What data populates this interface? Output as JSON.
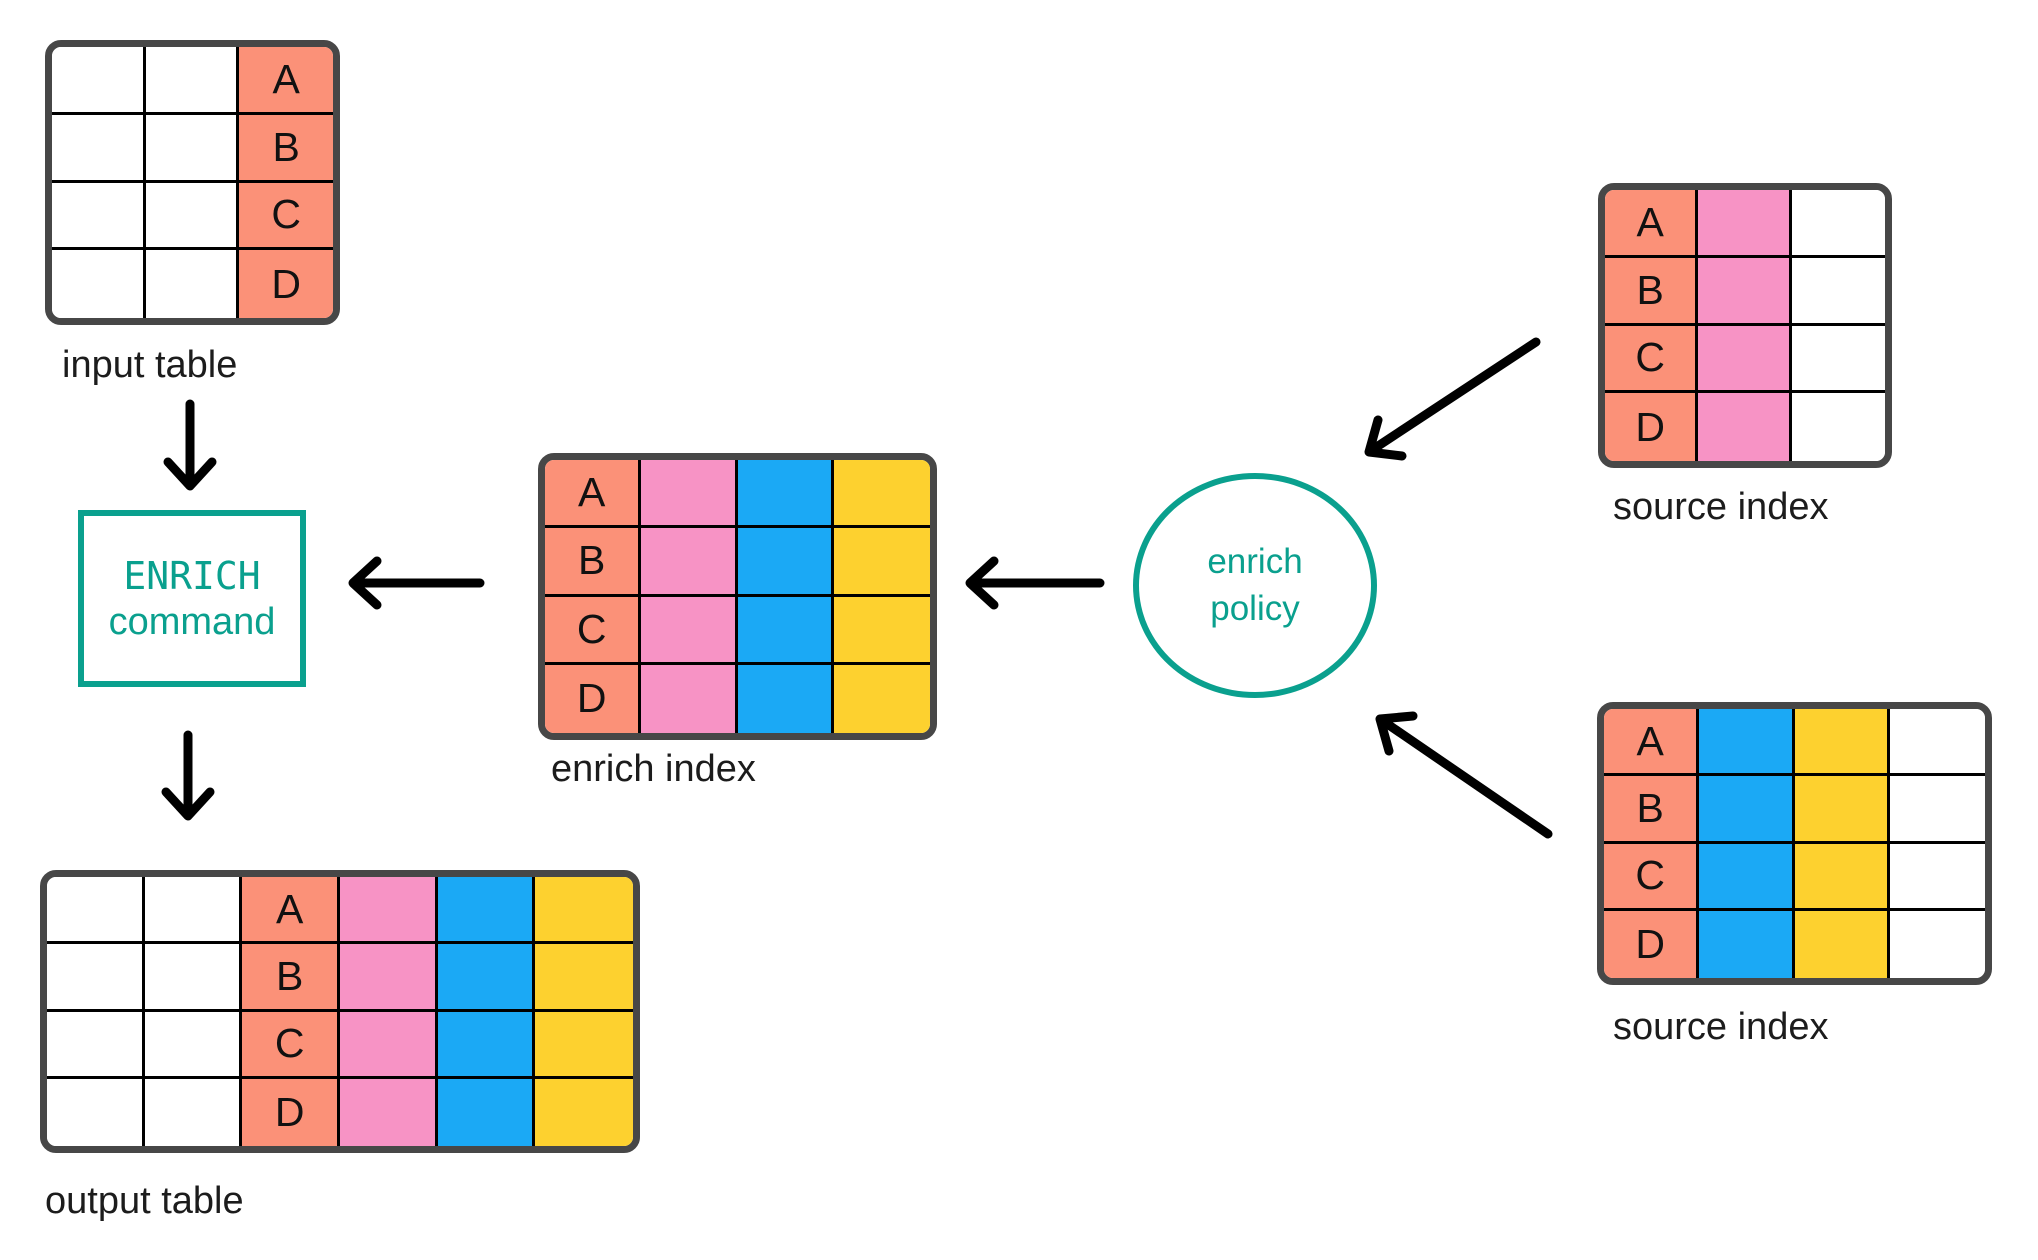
{
  "colors": {
    "salmon": "#FB9178",
    "pink": "#F793C5",
    "blue": "#1BA9F5",
    "yellow": "#FDD12F",
    "white": "#FFFFFF",
    "teal": "#0AA08E",
    "table_border": "#474747",
    "grid_line": "#000000",
    "arrow": "#000000",
    "text": "#1C1C1C"
  },
  "enrich_command": {
    "line1": "ENRICH",
    "line2": "command"
  },
  "enrich_policy": {
    "line1": "enrich",
    "line2": "policy"
  },
  "tables": {
    "input": {
      "caption": "input table",
      "row_labels": [
        "A",
        "B",
        "C",
        "D"
      ],
      "columns": [
        {
          "color": "white"
        },
        {
          "color": "white"
        },
        {
          "color": "salmon",
          "has_labels": true
        }
      ]
    },
    "enrich_index": {
      "caption": "enrich index",
      "row_labels": [
        "A",
        "B",
        "C",
        "D"
      ],
      "columns": [
        {
          "color": "salmon",
          "has_labels": true
        },
        {
          "color": "pink"
        },
        {
          "color": "blue"
        },
        {
          "color": "yellow"
        }
      ]
    },
    "source_top": {
      "caption": "source index",
      "row_labels": [
        "A",
        "B",
        "C",
        "D"
      ],
      "columns": [
        {
          "color": "salmon",
          "has_labels": true
        },
        {
          "color": "pink"
        },
        {
          "color": "white"
        }
      ]
    },
    "source_bottom": {
      "caption": "source index",
      "row_labels": [
        "A",
        "B",
        "C",
        "D"
      ],
      "columns": [
        {
          "color": "salmon",
          "has_labels": true
        },
        {
          "color": "blue"
        },
        {
          "color": "yellow"
        },
        {
          "color": "white"
        }
      ]
    },
    "output": {
      "caption": "output table",
      "row_labels": [
        "A",
        "B",
        "C",
        "D"
      ],
      "columns": [
        {
          "color": "white"
        },
        {
          "color": "white"
        },
        {
          "color": "salmon",
          "has_labels": true
        },
        {
          "color": "pink"
        },
        {
          "color": "blue"
        },
        {
          "color": "yellow"
        }
      ]
    }
  }
}
